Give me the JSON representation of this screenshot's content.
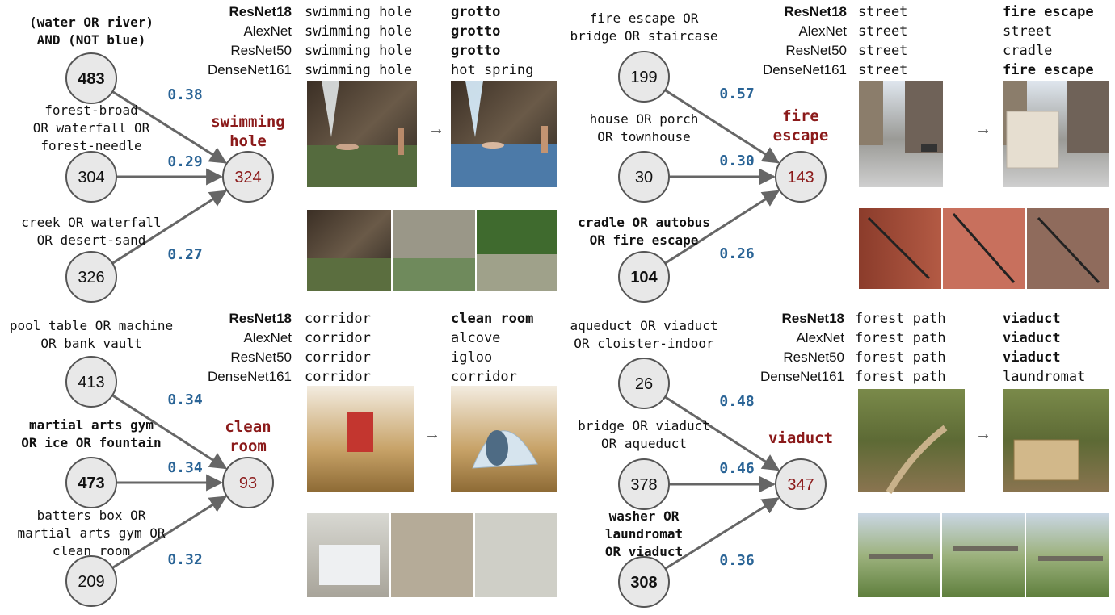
{
  "colors": {
    "weight": "#2a6496",
    "target": "#8b1a1a",
    "node_fill": "#e8e8e8",
    "node_stroke": "#555555",
    "edge": "#666666",
    "text": "#111111"
  },
  "panels": [
    {
      "id": "swimming-hole",
      "inputs": [
        {
          "label": [
            "(water OR river)",
            "AND (NOT blue)"
          ],
          "bold": true,
          "neuron": "483",
          "weight": "0.38"
        },
        {
          "label": [
            "forest-broad",
            "OR waterfall OR",
            "forest-needle"
          ],
          "bold": false,
          "neuron": "304",
          "weight": "0.29"
        },
        {
          "label": [
            "creek OR waterfall",
            "OR desert-sand"
          ],
          "bold": false,
          "neuron": "326",
          "weight": "0.27"
        }
      ],
      "target": {
        "label": [
          "swimming",
          "hole"
        ],
        "neuron": "324"
      },
      "predictions": [
        {
          "model": "ResNet18",
          "model_bold": true,
          "before": "swimming hole",
          "after": "grotto",
          "after_bold": true
        },
        {
          "model": "AlexNet",
          "model_bold": false,
          "before": "swimming hole",
          "after": "grotto",
          "after_bold": true
        },
        {
          "model": "ResNet50",
          "model_bold": false,
          "before": "swimming hole",
          "after": "grotto",
          "after_bold": true
        },
        {
          "model": "DenseNet161",
          "model_bold": false,
          "before": "swimming hole",
          "after": "hot spring",
          "after_bold": false
        }
      ],
      "arrow": "→"
    },
    {
      "id": "fire-escape",
      "inputs": [
        {
          "label": [
            "fire escape OR",
            "bridge OR staircase"
          ],
          "bold": false,
          "neuron": "199",
          "weight": "0.57"
        },
        {
          "label": [
            "house OR porch",
            "OR townhouse"
          ],
          "bold": false,
          "neuron": "30",
          "weight": "0.30"
        },
        {
          "label": [
            "cradle OR autobus",
            "OR fire escape"
          ],
          "bold": true,
          "neuron": "104",
          "weight": "0.26"
        }
      ],
      "target": {
        "label": [
          "fire",
          "escape"
        ],
        "neuron": "143"
      },
      "predictions": [
        {
          "model": "ResNet18",
          "model_bold": true,
          "before": "street",
          "after": "fire escape",
          "after_bold": true
        },
        {
          "model": "AlexNet",
          "model_bold": false,
          "before": "street",
          "after": "street",
          "after_bold": false
        },
        {
          "model": "ResNet50",
          "model_bold": false,
          "before": "street",
          "after": "cradle",
          "after_bold": false
        },
        {
          "model": "DenseNet161",
          "model_bold": false,
          "before": "street",
          "after": "fire escape",
          "after_bold": true
        }
      ],
      "arrow": "→"
    },
    {
      "id": "clean-room",
      "inputs": [
        {
          "label": [
            "pool table OR machine",
            "OR bank vault"
          ],
          "bold": false,
          "neuron": "413",
          "weight": "0.34"
        },
        {
          "label": [
            "martial arts gym",
            "OR ice OR fountain"
          ],
          "bold": true,
          "neuron": "473",
          "weight": "0.34"
        },
        {
          "label": [
            "batters box OR",
            "martial arts gym OR",
            "clean room"
          ],
          "bold": false,
          "neuron": "209",
          "weight": "0.32"
        }
      ],
      "target": {
        "label": [
          "clean",
          "room"
        ],
        "neuron": "93"
      },
      "predictions": [
        {
          "model": "ResNet18",
          "model_bold": true,
          "before": "corridor",
          "after": "clean room",
          "after_bold": true
        },
        {
          "model": "AlexNet",
          "model_bold": false,
          "before": "corridor",
          "after": "alcove",
          "after_bold": false
        },
        {
          "model": "ResNet50",
          "model_bold": false,
          "before": "corridor",
          "after": "igloo",
          "after_bold": false
        },
        {
          "model": "DenseNet161",
          "model_bold": false,
          "before": "corridor",
          "after": "corridor",
          "after_bold": false
        }
      ],
      "arrow": "→"
    },
    {
      "id": "viaduct",
      "inputs": [
        {
          "label": [
            "aqueduct OR viaduct",
            "OR cloister-indoor"
          ],
          "bold": false,
          "neuron": "26",
          "weight": "0.48"
        },
        {
          "label": [
            "bridge OR viaduct",
            "OR aqueduct"
          ],
          "bold": false,
          "neuron": "378",
          "weight": "0.46"
        },
        {
          "label": [
            "washer OR",
            "laundromat",
            "OR viaduct"
          ],
          "bold": true,
          "neuron": "308",
          "weight": "0.36"
        }
      ],
      "target": {
        "label": [
          "viaduct"
        ],
        "neuron": "347"
      },
      "predictions": [
        {
          "model": "ResNet18",
          "model_bold": true,
          "before": "forest path",
          "after": "viaduct",
          "after_bold": true
        },
        {
          "model": "AlexNet",
          "model_bold": false,
          "before": "forest path",
          "after": "viaduct",
          "after_bold": true
        },
        {
          "model": "ResNet50",
          "model_bold": false,
          "before": "forest path",
          "after": "viaduct",
          "after_bold": true
        },
        {
          "model": "DenseNet161",
          "model_bold": false,
          "before": "forest path",
          "after": "laundromat",
          "after_bold": false
        }
      ],
      "arrow": "→"
    }
  ]
}
